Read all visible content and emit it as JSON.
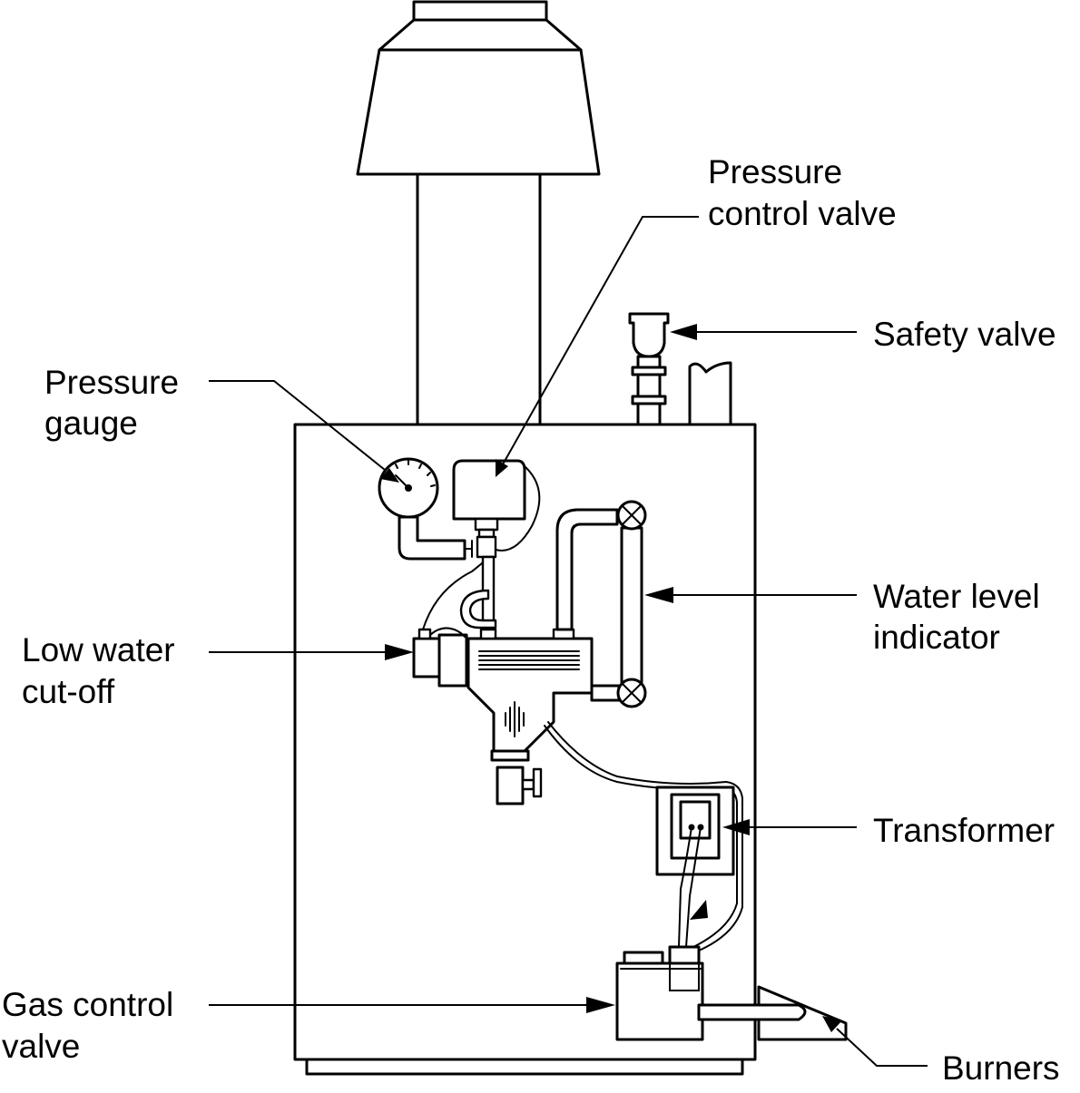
{
  "labels": {
    "pressure_control_valve": [
      "Pressure",
      "control valve"
    ],
    "safety_valve": [
      "Safety valve"
    ],
    "pressure_gauge": [
      "Pressure",
      "gauge"
    ],
    "water_level_indicator": [
      "Water level",
      "indicator"
    ],
    "low_water_cutoff": [
      "Low water",
      "cut-off"
    ],
    "transformer": [
      "Transformer"
    ],
    "gas_control_valve": [
      "Gas control",
      "valve"
    ],
    "burners": [
      "Burners"
    ]
  }
}
